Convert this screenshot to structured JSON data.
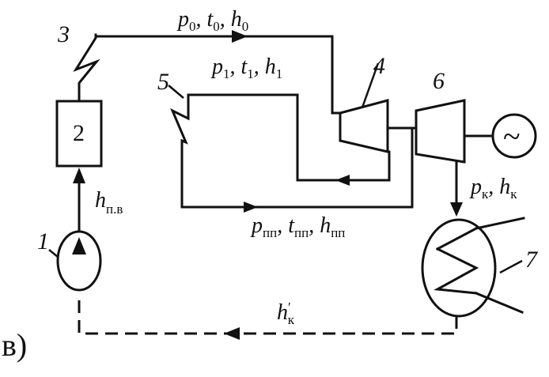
{
  "numbers": {
    "pump": "1",
    "boiler": "2",
    "superheater": "3",
    "hp_turbine": "4",
    "reheater": "5",
    "lp_turbine": "6",
    "condenser": "7"
  },
  "labels": {
    "main_steam": {
      "p": "p",
      "p_sub": "0",
      "t": "t",
      "t_sub": "0",
      "h": "h",
      "h_sub": "0"
    },
    "hp_exhaust": {
      "p": "p",
      "p_sub": "1",
      "t": "t",
      "t_sub": "1",
      "h": "h",
      "h_sub": "1"
    },
    "reheat_steam": {
      "p": "p",
      "p_sub": "пп",
      "t": "t",
      "t_sub": "пп",
      "h": "h",
      "h_sub": "пп"
    },
    "condenser_inlet": {
      "p": "p",
      "p_sub": "к",
      "h": "h",
      "h_sub": "к"
    },
    "feed_water": {
      "h": "h",
      "h_sub": "п.в"
    },
    "condensate": {
      "h": "h",
      "h_prime": "′",
      "h_sub": "к"
    }
  },
  "generator_symbol": "~",
  "corner_label": "в)"
}
